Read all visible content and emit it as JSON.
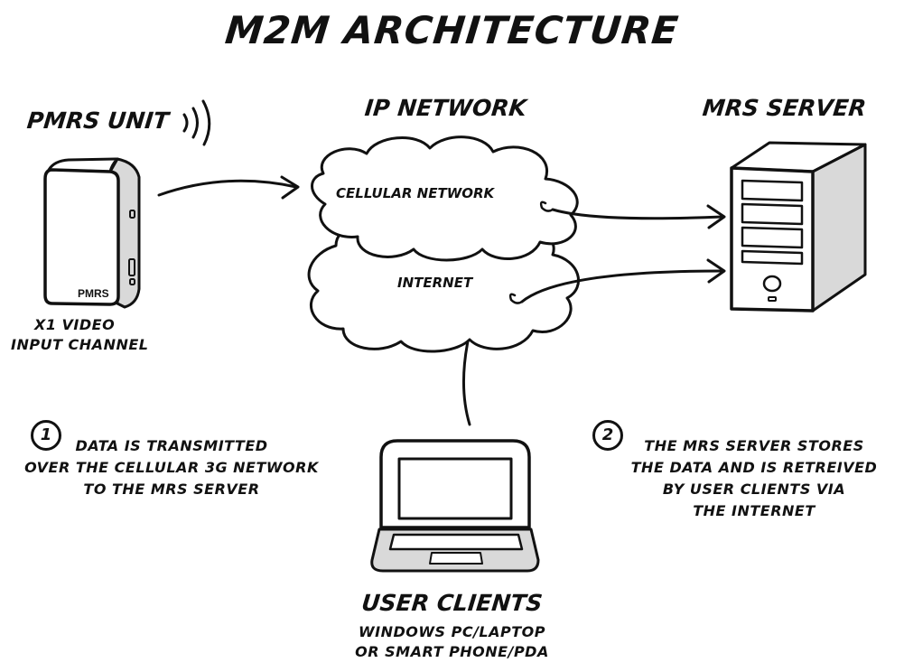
{
  "title": "M2M ARCHITECTURE",
  "nodes": {
    "pmrs_unit": {
      "heading": "PMRS UNIT",
      "device_label": "PMRS",
      "caption_line1": "x1 VIDEO",
      "caption_line2": "INPUT CHANNEL"
    },
    "ip_network": {
      "heading": "IP NETWORK",
      "cloud_cellular": "CELLULAR NETWORK",
      "cloud_internet": "INTERNET"
    },
    "mrs_server": {
      "heading": "MRS SERVER"
    },
    "user_clients": {
      "heading": "USER CLIENTS",
      "caption_line1": "WINDOWS PC/LAPTOP",
      "caption_line2": "OR SMART PHONE/PDA"
    }
  },
  "notes": [
    {
      "number": "1",
      "line1": "DATA IS TRANSMITTED",
      "line2": "OVER THE CELLULAR 3G NETWORK",
      "line3": "TO THE MRS SERVER"
    },
    {
      "number": "2",
      "line1": "THE MRS SERVER STORES",
      "line2": "THE DATA AND IS RETREIVED",
      "line3": "BY USER CLIENTS VIA",
      "line4": "THE INTERNET"
    }
  ],
  "icons": {
    "device": "pmrs-device-icon",
    "signal": "wireless-signal-icon",
    "cloud": "cloud-icon",
    "server": "server-tower-icon",
    "laptop": "laptop-icon",
    "arrow": "arrow-icon"
  },
  "colors": {
    "ink": "#111111",
    "paper": "#ffffff",
    "shade": "#d9d9d9"
  }
}
